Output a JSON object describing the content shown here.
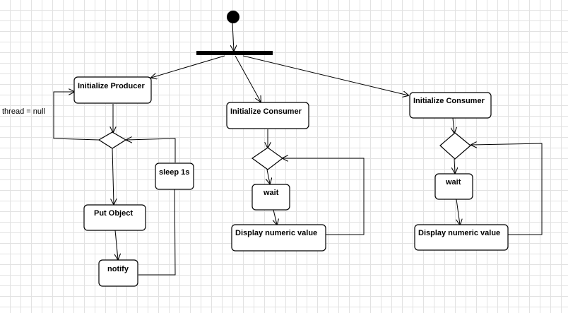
{
  "nodes": {
    "init_producer": "Initialize Producer",
    "init_consumer_1": "Initialize Consumer",
    "init_consumer_2": "Initialize Consumer",
    "put_object": "Put Object",
    "notify": "notify",
    "sleep": "sleep 1s",
    "wait_1": "wait",
    "wait_2": "wait",
    "display_1": "Display numeric value",
    "display_2": "Display numeric value"
  },
  "edge_labels": {
    "producer_guard": "thread = null"
  }
}
